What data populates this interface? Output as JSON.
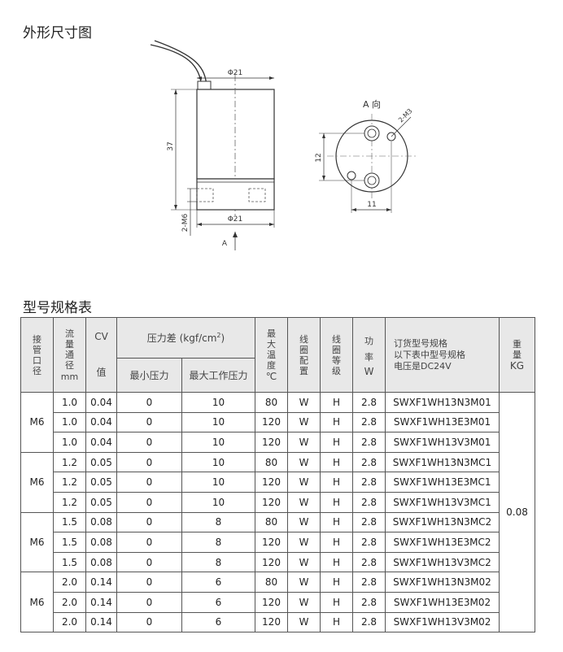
{
  "sections": {
    "dimensions_title": "外形尺寸图",
    "spec_title": "型号规格表"
  },
  "drawing": {
    "dia_top": "Φ21",
    "dia_bottom": "Φ21",
    "height": "37",
    "thread": "2-M6",
    "arrow_label": "A",
    "view_title": "A 向",
    "hole_label": "2-M3",
    "vertical_dim": "12",
    "horizontal_dim": "11"
  },
  "table": {
    "headers": {
      "port": "接管口径",
      "orifice_label": "流量通径",
      "orifice_unit": "mm",
      "cv_label": "CV",
      "cv_unit": "值",
      "pressure_label": "压力差 (kgf/cm",
      "pressure_sup": "2",
      "pressure_close": ")",
      "min_pressure": "最小压力",
      "max_pressure": "最大工作压力",
      "max_temp_label": "最大温度",
      "max_temp_unit": "℃",
      "coil_config": "线圈配置",
      "coil_grade": "线圈等级",
      "power_label": "功率",
      "power_unit": "W",
      "order_line1": "订货型号规格",
      "order_line2": "以下表中型号规格",
      "order_line3": "电压是DC24V",
      "weight_label": "重量",
      "weight_unit": "KG"
    },
    "groups": [
      {
        "port": "M6",
        "rows": [
          [
            "1.0",
            "0.04",
            "0",
            "10",
            "80",
            "W",
            "H",
            "2.8",
            "SWXF1WH13N3M01"
          ],
          [
            "1.0",
            "0.04",
            "0",
            "10",
            "120",
            "W",
            "H",
            "2.8",
            "SWXF1WH13E3M01"
          ],
          [
            "1.0",
            "0.04",
            "0",
            "10",
            "120",
            "W",
            "H",
            "2.8",
            "SWXF1WH13V3M01"
          ]
        ]
      },
      {
        "port": "M6",
        "rows": [
          [
            "1.2",
            "0.05",
            "0",
            "10",
            "80",
            "W",
            "H",
            "2.8",
            "SWXF1WH13N3MC1"
          ],
          [
            "1.2",
            "0.05",
            "0",
            "10",
            "120",
            "W",
            "H",
            "2.8",
            "SWXF1WH13E3MC1"
          ],
          [
            "1.2",
            "0.05",
            "0",
            "10",
            "120",
            "W",
            "H",
            "2.8",
            "SWXF1WH13V3MC1"
          ]
        ]
      },
      {
        "port": "M6",
        "rows": [
          [
            "1.5",
            "0.08",
            "0",
            "8",
            "80",
            "W",
            "H",
            "2.8",
            "SWXF1WH13N3MC2"
          ],
          [
            "1.5",
            "0.08",
            "0",
            "8",
            "120",
            "W",
            "H",
            "2.8",
            "SWXF1WH13E3MC2"
          ],
          [
            "1.5",
            "0.08",
            "0",
            "8",
            "120",
            "W",
            "H",
            "2.8",
            "SWXF1WH13V3MC2"
          ]
        ]
      },
      {
        "port": "M6",
        "rows": [
          [
            "2.0",
            "0.14",
            "0",
            "6",
            "80",
            "W",
            "H",
            "2.8",
            "SWXF1WH13N3M02"
          ],
          [
            "2.0",
            "0.14",
            "0",
            "6",
            "120",
            "W",
            "H",
            "2.8",
            "SWXF1WH13E3M02"
          ],
          [
            "2.0",
            "0.14",
            "0",
            "6",
            "120",
            "W",
            "H",
            "2.8",
            "SWXF1WH13V3M02"
          ]
        ]
      }
    ],
    "weight": "0.08"
  }
}
